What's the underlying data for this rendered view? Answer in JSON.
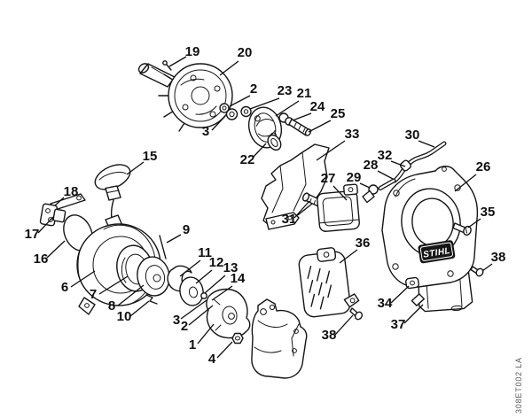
{
  "page": {
    "background": "#ffffff",
    "ink_color": "#151515",
    "label_color": "#0f0f0f",
    "code_color": "#5a5a5a",
    "logo_bg": "#161616",
    "logo_text_color": "#ffffff"
  },
  "drawing": {
    "type": "exploded-parts-diagram",
    "brand_logo_text": "STIHL",
    "code_vertical": "308ET002 LA"
  },
  "part_labels": [
    {
      "key": "19",
      "text": "19"
    },
    {
      "key": "20",
      "text": "20"
    },
    {
      "key": "2a",
      "text": "2"
    },
    {
      "key": "23",
      "text": "23"
    },
    {
      "key": "21",
      "text": "21"
    },
    {
      "key": "24",
      "text": "24"
    },
    {
      "key": "25",
      "text": "25"
    },
    {
      "key": "3a",
      "text": "3"
    },
    {
      "key": "22",
      "text": "22"
    },
    {
      "key": "15",
      "text": "15"
    },
    {
      "key": "33",
      "text": "33"
    },
    {
      "key": "30",
      "text": "30"
    },
    {
      "key": "32",
      "text": "32"
    },
    {
      "key": "28",
      "text": "28"
    },
    {
      "key": "26",
      "text": "26"
    },
    {
      "key": "29",
      "text": "29"
    },
    {
      "key": "27",
      "text": "27"
    },
    {
      "key": "18",
      "text": "18"
    },
    {
      "key": "17",
      "text": "17"
    },
    {
      "key": "16",
      "text": "16"
    },
    {
      "key": "9",
      "text": "9"
    },
    {
      "key": "6",
      "text": "6"
    },
    {
      "key": "7",
      "text": "7"
    },
    {
      "key": "11",
      "text": "11"
    },
    {
      "key": "12",
      "text": "12"
    },
    {
      "key": "13",
      "text": "13"
    },
    {
      "key": "14",
      "text": "14"
    },
    {
      "key": "8",
      "text": "8"
    },
    {
      "key": "10",
      "text": "10"
    },
    {
      "key": "3b",
      "text": "3"
    },
    {
      "key": "2b",
      "text": "2"
    },
    {
      "key": "1",
      "text": "1"
    },
    {
      "key": "4",
      "text": "4"
    },
    {
      "key": "31",
      "text": "31"
    },
    {
      "key": "36",
      "text": "36"
    },
    {
      "key": "35",
      "text": "35"
    },
    {
      "key": "38a",
      "text": "38"
    },
    {
      "key": "34",
      "text": "34"
    },
    {
      "key": "37",
      "text": "37"
    },
    {
      "key": "38b",
      "text": "38"
    }
  ]
}
